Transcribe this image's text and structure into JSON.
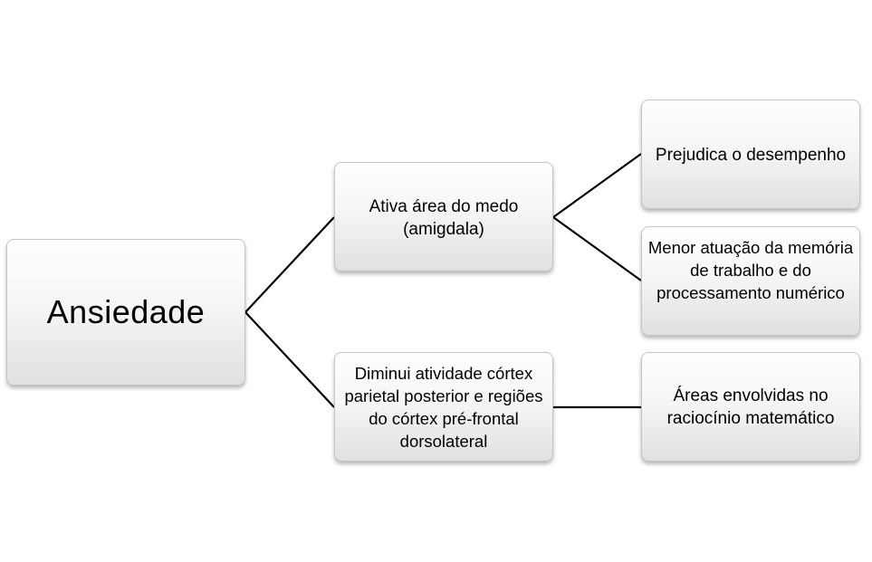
{
  "diagram": {
    "root": {
      "label": "Ansiedade"
    },
    "nodes": {
      "ativa": {
        "label": "Ativa área do medo (amigdala)"
      },
      "diminui": {
        "label": "Diminui atividade córtex parietal posterior e regiões do córtex pré-frontal dorsolateral"
      },
      "prejudica": {
        "label": "Prejudica o desempenho"
      },
      "menor": {
        "label": "Menor atuação da memória de trabalho e do processamento numérico"
      },
      "areas": {
        "label": "Áreas envolvidas no raciocínio matemático"
      }
    },
    "edges": [
      {
        "from": "root",
        "to": "ativa"
      },
      {
        "from": "root",
        "to": "diminui"
      },
      {
        "from": "ativa",
        "to": "prejudica"
      },
      {
        "from": "ativa",
        "to": "menor"
      },
      {
        "from": "diminui",
        "to": "areas"
      }
    ],
    "colors": {
      "connector": "#000000",
      "node_border": "#c4c4c4",
      "text": "#000000"
    }
  }
}
